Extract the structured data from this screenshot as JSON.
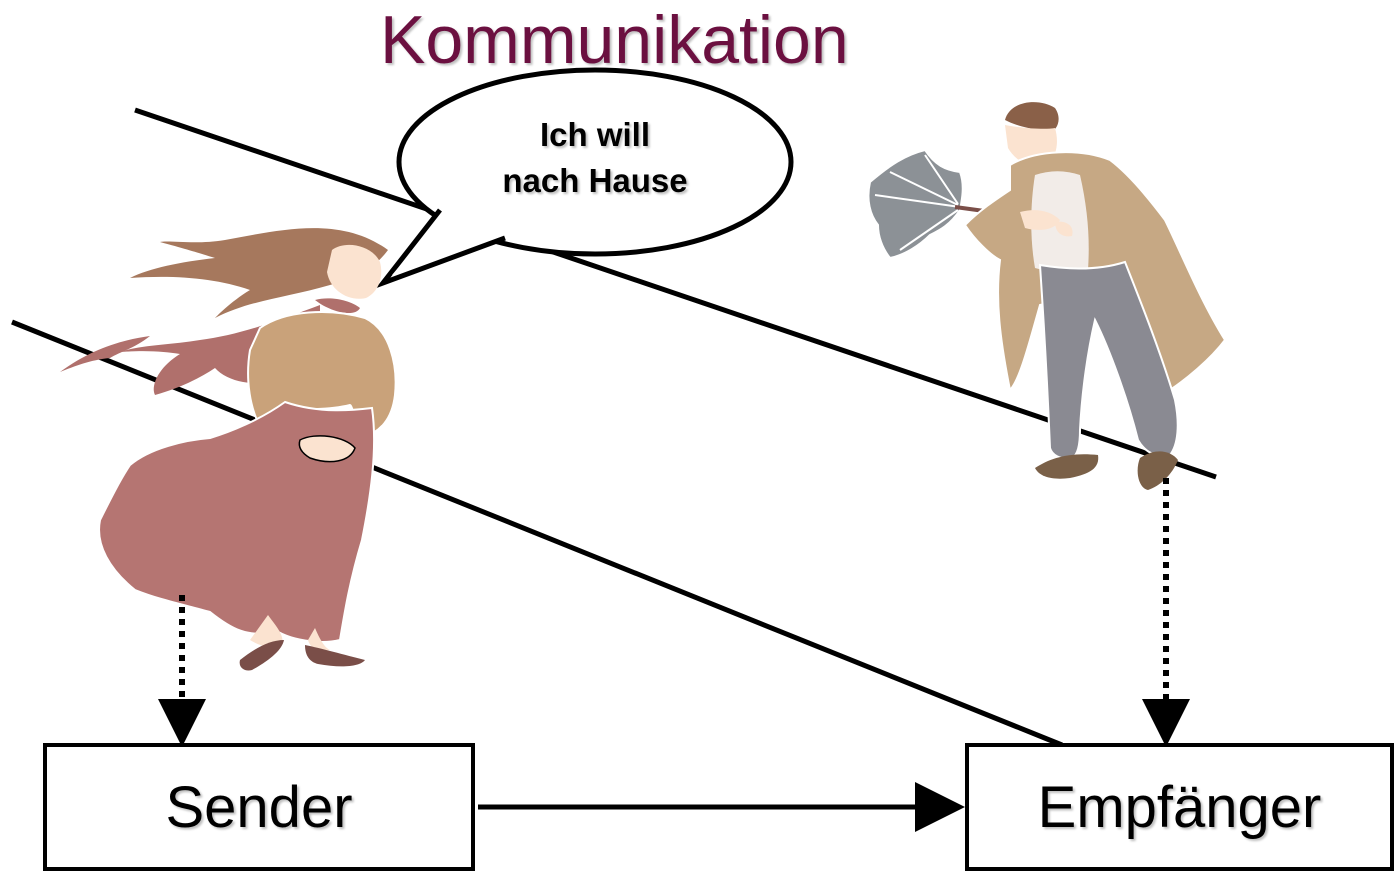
{
  "title": "Kommunikation",
  "speech_bubble": {
    "line1": "Ich will",
    "line2": "nach Hause"
  },
  "boxes": {
    "sender": "Sender",
    "receiver": "Empfänger"
  },
  "colors": {
    "title": "#6b1040",
    "skirt": "#b57572",
    "sweater": "#c9a27a",
    "hair": "#a6785d",
    "coat": "#c6a884",
    "trousers": "#8a8a92",
    "umbrella": "#8c9196",
    "skin": "#fbe3d0"
  },
  "icons": [
    "woman-figure-icon",
    "man-with-umbrella-icon",
    "speech-bubble-icon"
  ]
}
